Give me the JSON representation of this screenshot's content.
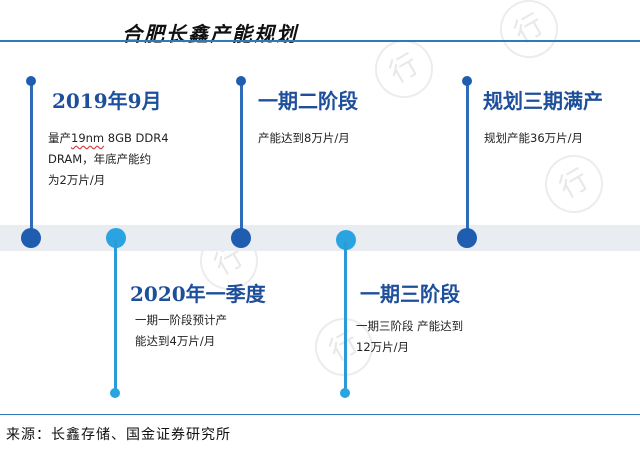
{
  "title": "合肥长鑫产能规划",
  "milestones": [
    {
      "heading": "2019年9月",
      "line1_pre": "量产",
      "line1_underlined": "19nm",
      "line1_post": " 8GB DDR4",
      "line2": "DRAM，年底产能约",
      "line3": "为2万片/月"
    },
    {
      "heading": "2020年一季度",
      "line1": "一期一阶段预计产",
      "line2": "能达到4万片/月"
    },
    {
      "heading": "一期二阶段",
      "line1": "产能达到8万片/月"
    },
    {
      "heading": "一期三阶段",
      "line1": "一期三阶段 产能达到",
      "line2": "12万片/月"
    },
    {
      "heading": "规划三期满产",
      "line1": "规划产能36万片/月"
    }
  ],
  "source": "来源：长鑫存储、国金证券研究所",
  "watermark_glyph": "行",
  "colors": {
    "dark_blue": "#1f5db0",
    "light_blue": "#29a4e0",
    "heading": "#1e4f9a",
    "band": "#e9edf2"
  }
}
